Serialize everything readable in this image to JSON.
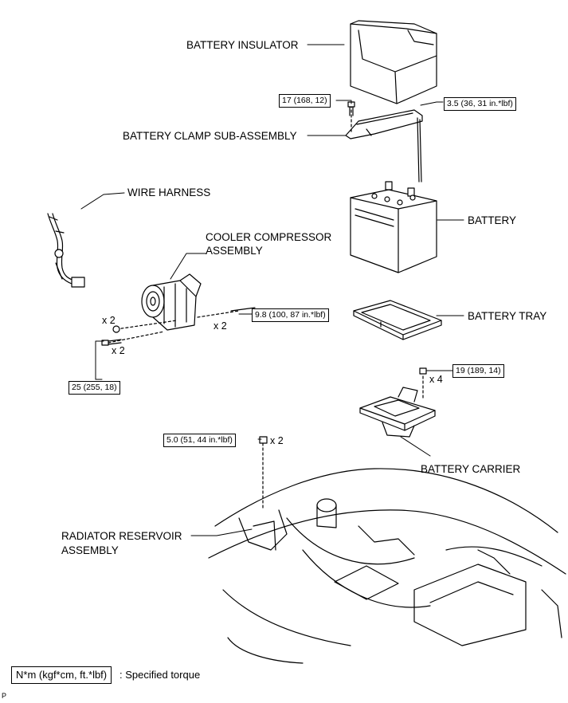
{
  "labels": {
    "battery_insulator": "BATTERY INSULATOR",
    "battery_clamp": "BATTERY CLAMP SUB-ASSEMBLY",
    "wire_harness": "WIRE HARNESS",
    "cooler_compressor_1": "COOLER COMPRESSOR",
    "cooler_compressor_2": "ASSEMBLY",
    "battery": "BATTERY",
    "battery_tray": "BATTERY TRAY",
    "battery_carrier": "BATTERY CARRIER",
    "radiator_reservoir_1": "RADIATOR RESERVOIR",
    "radiator_reservoir_2": "ASSEMBLY"
  },
  "torques": {
    "clamp_bolt": "17 (168, 12)",
    "clamp_rod": "3.5 (36, 31 in.*lbf)",
    "compressor_stud": "9.8 (100, 87 in.*lbf)",
    "compressor_bolts": "25 (255, 18)",
    "carrier_bolts": "19 (189, 14)",
    "reservoir_bolts": "5.0 (51, 44 in.*lbf)"
  },
  "multipliers": {
    "compressor_nut": "x 2",
    "compressor_bolt": "x 2",
    "compressor_stud": "x 2",
    "carrier": "x 4",
    "reservoir": "x 2"
  },
  "legend": {
    "units": "N*m (kgf*cm, ft.*lbf)",
    "description": ": Specified torque"
  },
  "corner_mark": "P"
}
